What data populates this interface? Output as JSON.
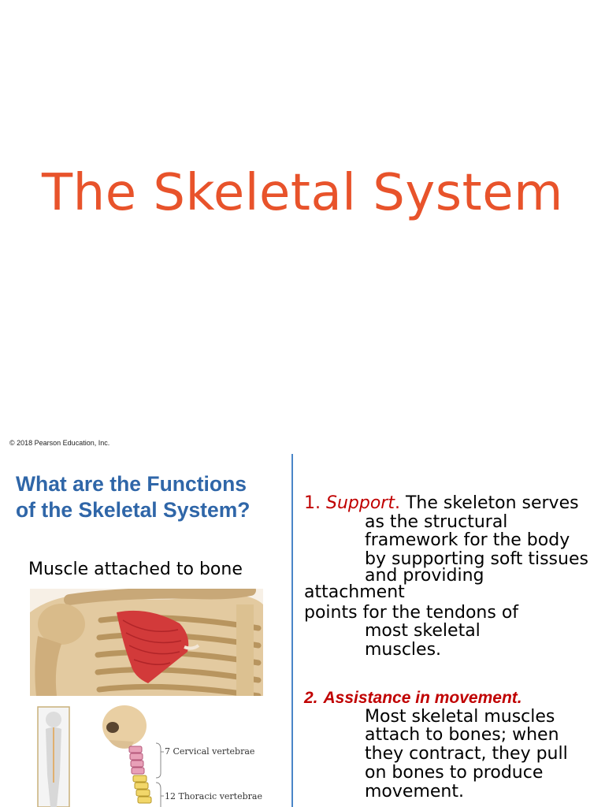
{
  "slide1": {
    "title": "The Skeletal System"
  },
  "slide2": {
    "copyright": "© 2018 Pearson Education, Inc.",
    "heading_line1": "What are the Functions",
    "heading_line2": "of the Skeletal System?",
    "image_caption": "Muscle attached to bone",
    "figure_labels": [
      "7 Cervical vertebrae",
      "12 Thoracic vertebrae"
    ],
    "functions": [
      {
        "number": "1.",
        "term": "Support",
        "term_punct": ".",
        "lines": [
          "The skeleton serves",
          "as the structural",
          "framework for the body",
          "by supporting soft tissues",
          "and providing",
          "attachment",
          "points for the tendons of",
          "most skeletal",
          "muscles."
        ]
      },
      {
        "number": "2.",
        "term": "Assistance in movement",
        "term_punct": ".",
        "lines": [
          "Most skeletal muscles",
          "attach to bones; when",
          "they contract, they pull",
          "on bones to produce",
          "movement."
        ]
      }
    ]
  },
  "colors": {
    "title_orange": "#e8532b",
    "heading_blue": "#2f66a8",
    "divider_blue": "#4a86c8",
    "term_red": "#c00000"
  }
}
